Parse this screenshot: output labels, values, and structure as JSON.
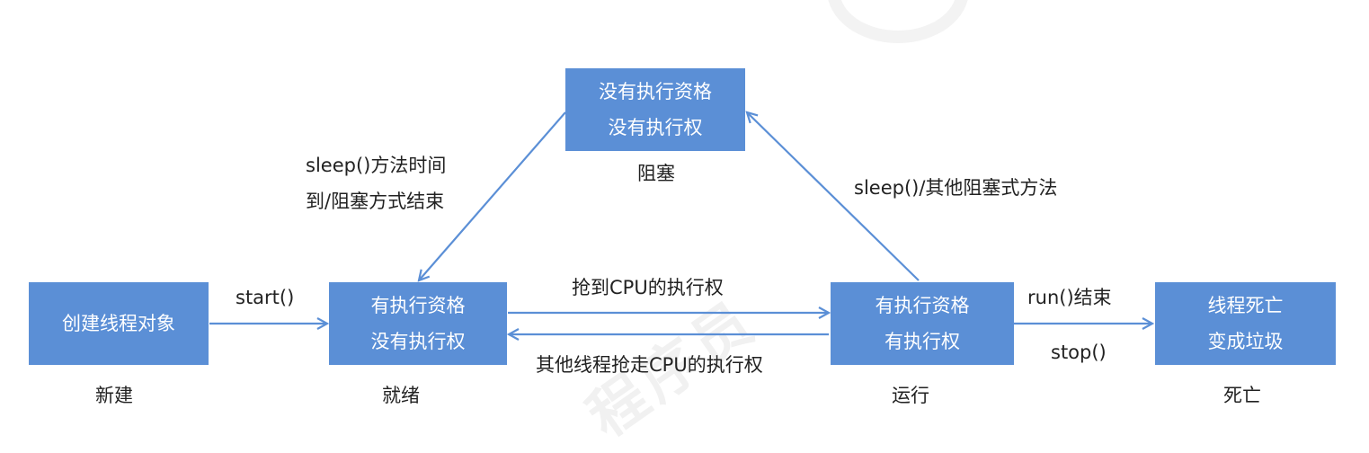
{
  "colors": {
    "box_fill": "#5b8fd6",
    "arrow": "#5b8fd6",
    "text": "#222222"
  },
  "nodes": {
    "new": {
      "lines": [
        "创建线程对象"
      ],
      "state": "新建"
    },
    "ready": {
      "lines": [
        "有执行资格",
        "没有执行权"
      ],
      "state": "就绪"
    },
    "blocked": {
      "lines": [
        "没有执行资格",
        "没有执行权"
      ],
      "state": "阻塞"
    },
    "running": {
      "lines": [
        "有执行资格",
        "有执行权"
      ],
      "state": "运行"
    },
    "dead": {
      "lines": [
        "线程死亡",
        "变成垃圾"
      ],
      "state": "死亡"
    }
  },
  "edges": {
    "new_to_ready": "start()",
    "ready_to_running": "抢到CPU的执行权",
    "running_to_ready": "其他线程抢走CPU的执行权",
    "running_to_blocked": "sleep()/其他阻塞式方法",
    "blocked_to_ready": [
      "sleep()方法时间",
      "到/阻塞方式结束"
    ],
    "running_to_dead": [
      "run()结束",
      "stop()"
    ]
  }
}
